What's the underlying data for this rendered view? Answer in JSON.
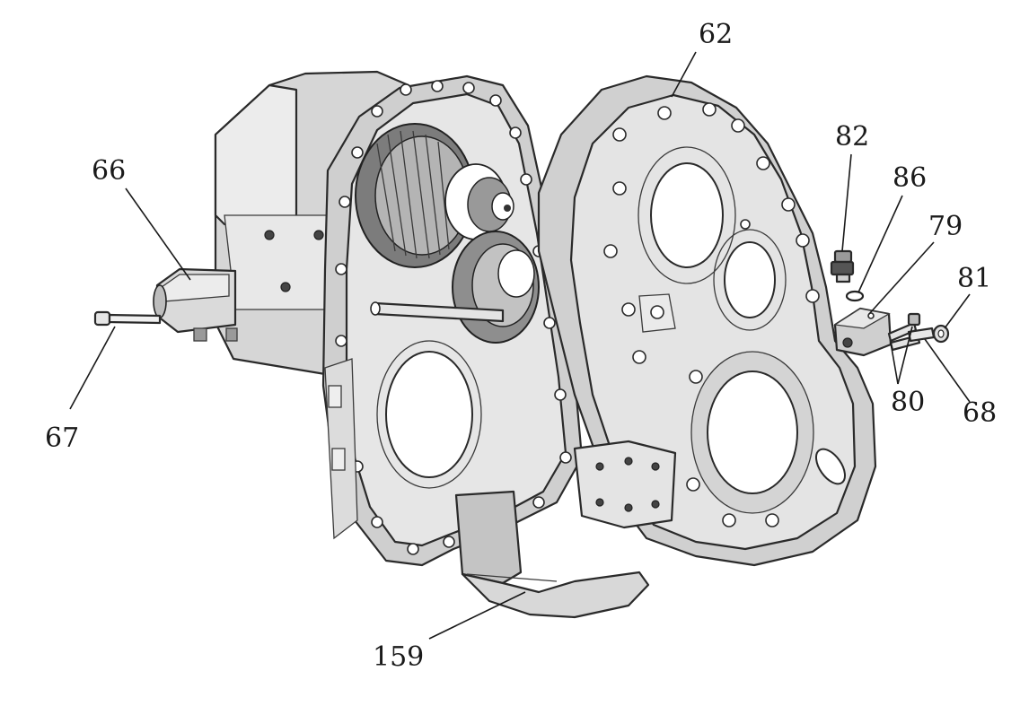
{
  "diagram": {
    "callouts": [
      {
        "id": "62",
        "label": "62"
      },
      {
        "id": "66",
        "label": "66"
      },
      {
        "id": "67",
        "label": "67"
      },
      {
        "id": "82",
        "label": "82"
      },
      {
        "id": "86",
        "label": "86"
      },
      {
        "id": "79",
        "label": "79"
      },
      {
        "id": "81",
        "label": "81"
      },
      {
        "id": "80",
        "label": "80"
      },
      {
        "id": "68",
        "label": "68"
      },
      {
        "id": "159",
        "label": "159"
      }
    ],
    "colors": {
      "housing_light": "#e2e2e2",
      "housing_mid": "#c9c9c9",
      "housing_dark": "#a8a8a8",
      "gear_dark": "#8c8c8c",
      "line": "#1a1a1a"
    }
  }
}
